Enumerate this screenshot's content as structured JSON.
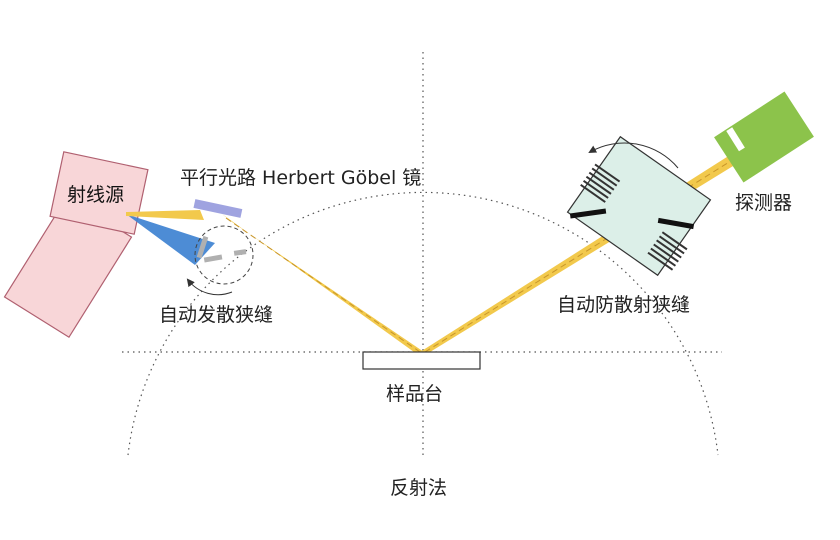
{
  "labels": {
    "source": "射线源",
    "mirror": "平行光路 Herbert Göbel 镜",
    "auto_divergence_slit": "自动发散狭缝",
    "auto_antiscatter_slit": "自动防散射狭缝",
    "detector": "探测器",
    "sample_stage": "样品台",
    "method": "反射法"
  },
  "colors": {
    "beam": "#f2c94c",
    "source_fill": "#f8d6d8",
    "source_stroke": "#b06070",
    "mirror": "#9fa3e0",
    "divergence_cone": "#3a7fd0",
    "slit_gray": "#b0b0b0",
    "antiscatter_fill": "#dcefe8",
    "detector_fill": "#8cc34b",
    "guide_dotted": "#555555"
  }
}
